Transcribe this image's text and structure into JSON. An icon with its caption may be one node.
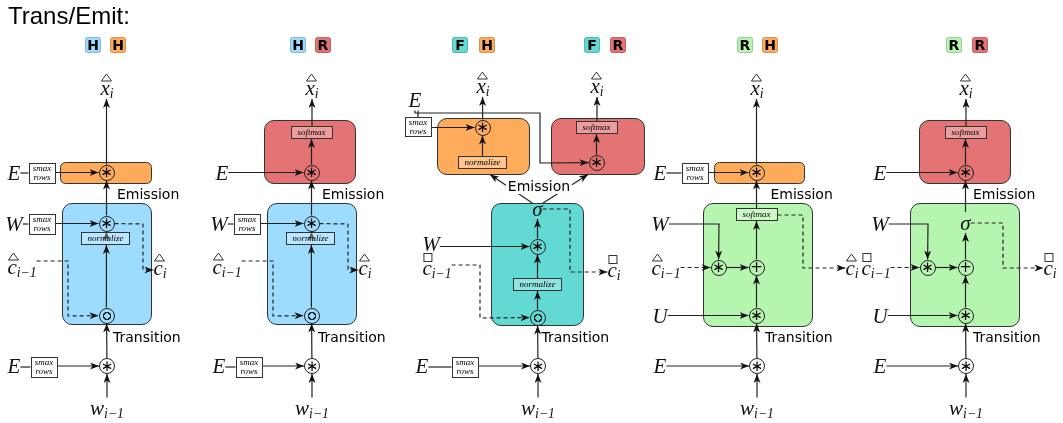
{
  "diagram": {
    "title": "Trans/Emit:",
    "nodes": [
      {
        "text": [
          "H"
        ]
      },
      {
        "text": [
          "H"
        ]
      },
      {
        "text": [
          "x$_{i}$"
        ]
      },
      {
        "text": [
          "Emission"
        ]
      },
      {
        "text": [
          "∗"
        ],
        "in": 3
      },
      {
        "text": [
          "E"
        ]
      },
      {
        "text": [
          "smax rows"
        ]
      },
      {
        "text": [
          "Transition"
        ]
      },
      {
        "text": [
          "∗"
        ],
        "in": 7
      },
      {
        "text": [
          "normalize"
        ],
        "in": 7
      },
      {
        "text": [],
        "shape": "circle",
        "in": 7
      },
      {
        "text": [
          "W"
        ]
      },
      {
        "text": [
          "smax rows"
        ]
      },
      {
        "text": [
          "c$_{i−1}$"
        ]
      },
      {
        "text": [
          "c$_{i}$"
        ]
      },
      {
        "text": [
          "E"
        ]
      },
      {
        "text": [
          "smax rows"
        ]
      },
      {
        "text": [
          "∗"
        ]
      },
      {
        "text": [
          "w$_{i−1}$"
        ]
      },
      {
        "text": [
          "H"
        ]
      },
      {
        "text": [
          "R"
        ]
      },
      {
        "text": [
          "x$_{i}$"
        ]
      },
      {
        "text": [
          "Emission"
        ]
      },
      {
        "text": [
          "softmax"
        ],
        "in": 22
      },
      {
        "text": [
          "∗"
        ],
        "in": 22
      },
      {
        "text": [
          "E"
        ]
      },
      {
        "text": [
          "Transition"
        ]
      },
      {
        "text": [
          "∗"
        ],
        "in": 26
      },
      {
        "text": [
          "normalize"
        ],
        "in": 26
      },
      {
        "text": [],
        "shape": "circle",
        "in": 26
      },
      {
        "text": [
          "W"
        ]
      },
      {
        "text": [
          "smax rows"
        ]
      },
      {
        "text": [
          "c$_{i−1}$"
        ]
      },
      {
        "text": [
          "c$_{i}$"
        ]
      },
      {
        "text": [
          "E"
        ]
      },
      {
        "text": [
          "smax rows"
        ]
      },
      {
        "text": [
          "∗"
        ]
      },
      {
        "text": [
          "w$_{i−1}$"
        ]
      },
      {
        "text": [
          "F"
        ]
      },
      {
        "text": [
          "H"
        ]
      },
      {
        "text": [
          "F"
        ]
      },
      {
        "text": [
          "R"
        ]
      },
      {
        "text": [
          "x$_{i}$"
        ]
      },
      {
        "text": [
          "x$_{i}$"
        ]
      },
      {
        "text": [
          "E"
        ]
      },
      {
        "text": [
          "smax rows"
        ]
      },
      {
        "text": [],
        "shape": "box"
      },
      {
        "text": [
          "∗"
        ],
        "in": 46
      },
      {
        "text": [
          "normalize"
        ],
        "in": 46
      },
      {
        "text": [],
        "shape": "box"
      },
      {
        "text": [
          "softmax"
        ],
        "in": 49
      },
      {
        "text": [
          "∗"
        ],
        "in": 49
      },
      {
        "text": [
          "Transition"
        ]
      },
      {
        "text": [
          "σ"
        ],
        "in": 52
      },
      {
        "text": [
          "∗"
        ],
        "in": 52
      },
      {
        "text": [
          "normalize"
        ],
        "in": 52
      },
      {
        "text": [],
        "shape": "circle",
        "in": 52
      },
      {
        "text": [
          "W"
        ]
      },
      {
        "text": [
          "c$_{i−1}$"
        ]
      },
      {
        "text": [
          "c$_{i}$"
        ]
      },
      {
        "text": [
          "E"
        ]
      },
      {
        "text": [
          "smax rows"
        ]
      },
      {
        "text": [
          "∗"
        ]
      },
      {
        "text": [
          "w$_{i−1}$"
        ]
      },
      {
        "text": [
          "R"
        ]
      },
      {
        "text": [
          "H"
        ]
      },
      {
        "text": [
          "x$_{i}$"
        ]
      },
      {
        "text": [
          "Emission"
        ]
      },
      {
        "text": [
          "∗"
        ],
        "in": 67
      },
      {
        "text": [
          "E"
        ]
      },
      {
        "text": [
          "smax rows"
        ]
      },
      {
        "text": [
          "Transition"
        ]
      },
      {
        "text": [
          "softmax"
        ],
        "in": 71
      },
      {
        "text": [
          "∗"
        ],
        "in": 71
      },
      {
        "text": [
          "+"
        ],
        "in": 71
      },
      {
        "text": [
          "∗"
        ],
        "in": 71
      },
      {
        "text": [
          "W"
        ]
      },
      {
        "text": [
          "c$_{i−1}$"
        ]
      },
      {
        "text": [
          "c$_{i}$"
        ]
      },
      {
        "text": [
          "U"
        ]
      },
      {
        "text": [
          "E"
        ]
      },
      {
        "text": [
          "∗"
        ]
      },
      {
        "text": [
          "w$_{i−1}$"
        ]
      },
      {
        "text": [
          "R"
        ]
      },
      {
        "text": [
          "R"
        ]
      },
      {
        "text": [
          "x$_{i}$"
        ]
      },
      {
        "text": [
          "Emission"
        ]
      },
      {
        "text": [
          "softmax"
        ],
        "in": 86
      },
      {
        "text": [
          "∗"
        ],
        "in": 86
      },
      {
        "text": [
          "E"
        ]
      },
      {
        "text": [
          "Transition"
        ]
      },
      {
        "text": [
          "σ"
        ],
        "in": 90
      },
      {
        "text": [
          "∗"
        ],
        "in": 90
      },
      {
        "text": [
          "+"
        ],
        "in": 90
      },
      {
        "text": [
          "∗"
        ],
        "in": 90
      },
      {
        "text": [
          "W"
        ]
      },
      {
        "text": [
          "c$_{i−1}$"
        ]
      },
      {
        "text": [
          "c$_{i}$"
        ]
      },
      {
        "text": [
          "U"
        ]
      },
      {
        "text": [
          "E"
        ]
      },
      {
        "text": [
          "∗"
        ]
      },
      {
        "text": [
          "w$_{i−1}$"
        ]
      }
    ],
    "edges": [
      {
        "from": 4,
        "to": 2,
        "arrow": "to"
      },
      {
        "from": 8,
        "to": 4,
        "arrow": "to"
      },
      {
        "from": 9,
        "to": 8,
        "arrow": "to"
      },
      {
        "from": 10,
        "to": 9,
        "arrow": "to"
      },
      {
        "from": 17,
        "to": 10,
        "arrow": "to"
      },
      {
        "from": 18,
        "to": 17,
        "arrow": "to"
      },
      {
        "from": 5,
        "to": 6,
        "arrow": "none"
      },
      {
        "from": 6,
        "to": 4,
        "arrow": "to"
      },
      {
        "from": 11,
        "to": 12,
        "arrow": "none"
      },
      {
        "from": 12,
        "to": 8,
        "arrow": "to"
      },
      {
        "from": 13,
        "to": 10,
        "arrow": "to",
        "style": "dashed"
      },
      {
        "from": 8,
        "to": 14,
        "arrow": "to",
        "style": "dashed"
      },
      {
        "from": 15,
        "to": 16,
        "arrow": "none"
      },
      {
        "from": 16,
        "to": 17,
        "arrow": "to"
      },
      {
        "from": 24,
        "to": 23,
        "arrow": "to"
      },
      {
        "from": 23,
        "to": 21,
        "arrow": "to"
      },
      {
        "from": 27,
        "to": 24,
        "arrow": "to"
      },
      {
        "from": 28,
        "to": 27,
        "arrow": "to"
      },
      {
        "from": 29,
        "to": 28,
        "arrow": "to"
      },
      {
        "from": 36,
        "to": 29,
        "arrow": "to"
      },
      {
        "from": 37,
        "to": 36,
        "arrow": "to"
      },
      {
        "from": 25,
        "to": 24,
        "arrow": "to"
      },
      {
        "from": 30,
        "to": 31,
        "arrow": "none"
      },
      {
        "from": 31,
        "to": 27,
        "arrow": "to"
      },
      {
        "from": 32,
        "to": 29,
        "arrow": "to",
        "style": "dashed"
      },
      {
        "from": 27,
        "to": 33,
        "arrow": "to",
        "style": "dashed"
      },
      {
        "from": 34,
        "to": 35,
        "arrow": "none"
      },
      {
        "from": 35,
        "to": 36,
        "arrow": "to"
      },
      {
        "from": 47,
        "to": 42,
        "arrow": "to"
      },
      {
        "from": 50,
        "to": 43,
        "arrow": "to"
      },
      {
        "from": 48,
        "to": 47,
        "arrow": "to"
      },
      {
        "from": 51,
        "to": 50,
        "arrow": "to"
      },
      {
        "from": 44,
        "to": 45,
        "arrow": "none"
      },
      {
        "from": 45,
        "to": 47,
        "arrow": "to"
      },
      {
        "from": 44,
        "to": 51,
        "arrow": "to"
      },
      {
        "from": 53,
        "to": 46,
        "arrow": "to"
      },
      {
        "from": 53,
        "to": 49,
        "arrow": "to"
      },
      {
        "from": 54,
        "to": 53,
        "arrow": "to"
      },
      {
        "from": 55,
        "to": 54,
        "arrow": "to"
      },
      {
        "from": 56,
        "to": 55,
        "arrow": "to"
      },
      {
        "from": 62,
        "to": 56,
        "arrow": "to"
      },
      {
        "from": 63,
        "to": 62,
        "arrow": "to"
      },
      {
        "from": 57,
        "to": 54,
        "arrow": "to"
      },
      {
        "from": 58,
        "to": 56,
        "arrow": "to",
        "style": "dashed"
      },
      {
        "from": 53,
        "to": 59,
        "arrow": "to",
        "style": "dashed"
      },
      {
        "from": 60,
        "to": 61,
        "arrow": "none"
      },
      {
        "from": 61,
        "to": 62,
        "arrow": "to"
      },
      {
        "from": 68,
        "to": 66,
        "arrow": "to"
      },
      {
        "from": 72,
        "to": 68,
        "arrow": "to"
      },
      {
        "from": 74,
        "to": 72,
        "arrow": "to"
      },
      {
        "from": 75,
        "to": 74,
        "arrow": "to"
      },
      {
        "from": 73,
        "to": 74,
        "arrow": "to"
      },
      {
        "from": 81,
        "to": 75,
        "arrow": "to"
      },
      {
        "from": 82,
        "to": 81,
        "arrow": "to"
      },
      {
        "from": 69,
        "to": 70,
        "arrow": "none"
      },
      {
        "from": 70,
        "to": 68,
        "arrow": "to"
      },
      {
        "from": 76,
        "to": 73,
        "arrow": "to"
      },
      {
        "from": 77,
        "to": 73,
        "arrow": "to",
        "style": "dashed"
      },
      {
        "from": 72,
        "to": 78,
        "arrow": "to",
        "style": "dashed"
      },
      {
        "from": 79,
        "to": 75,
        "arrow": "to"
      },
      {
        "from": 80,
        "to": 81,
        "arrow": "to"
      },
      {
        "from": 88,
        "to": 87,
        "arrow": "to"
      },
      {
        "from": 87,
        "to": 85,
        "arrow": "to"
      },
      {
        "from": 91,
        "to": 88,
        "arrow": "to"
      },
      {
        "from": 93,
        "to": 91,
        "arrow": "to"
      },
      {
        "from": 94,
        "to": 93,
        "arrow": "to"
      },
      {
        "from": 92,
        "to": 93,
        "arrow": "to"
      },
      {
        "from": 100,
        "to": 94,
        "arrow": "to"
      },
      {
        "from": 101,
        "to": 100,
        "arrow": "to"
      },
      {
        "from": 89,
        "to": 88,
        "arrow": "to"
      },
      {
        "from": 95,
        "to": 92,
        "arrow": "to"
      },
      {
        "from": 96,
        "to": 92,
        "arrow": "to",
        "style": "dashed"
      },
      {
        "from": 91,
        "to": 97,
        "arrow": "to",
        "style": "dashed"
      },
      {
        "from": 98,
        "to": 94,
        "arrow": "to"
      },
      {
        "from": 99,
        "to": 100,
        "arrow": "to"
      }
    ],
    "labels": [
      "Emission"
    ]
  }
}
